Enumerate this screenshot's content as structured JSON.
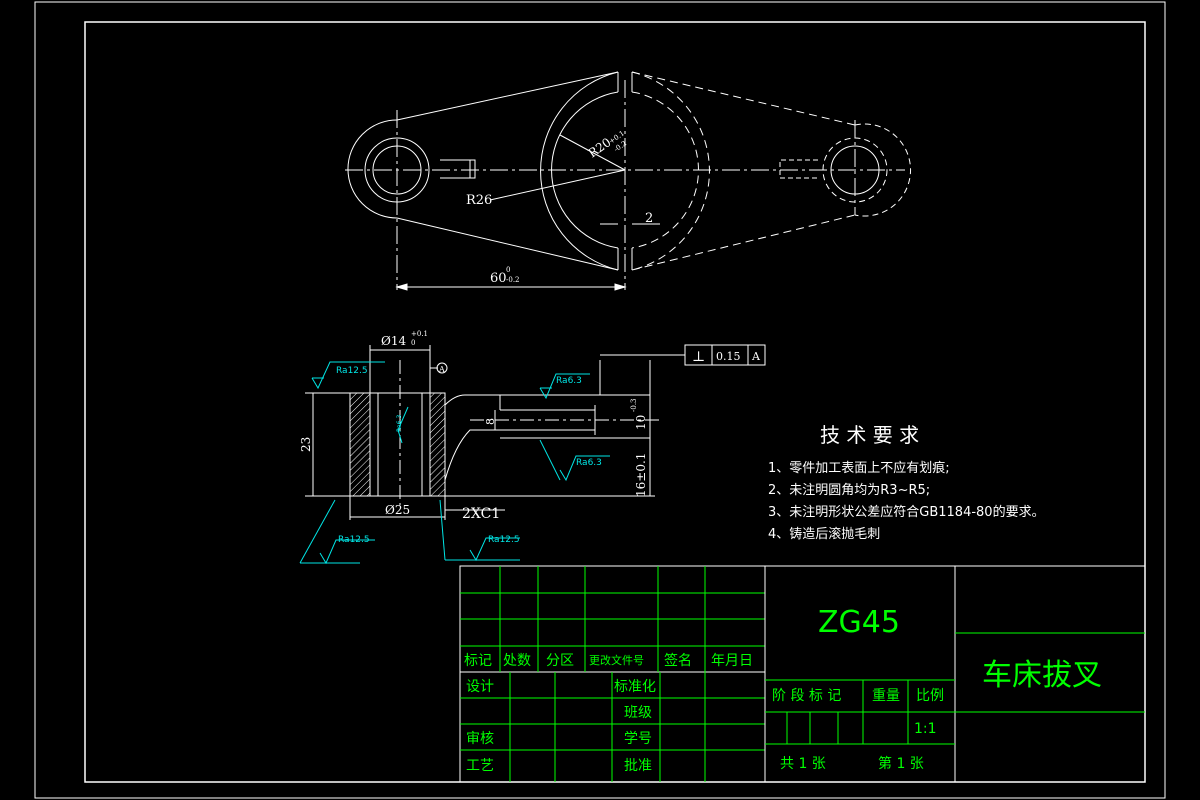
{
  "top_view": {
    "dim_radius_bore": "R20",
    "dim_radius_bore_tol_upper": "+0.1",
    "dim_radius_bore_tol_lower": "-0.2",
    "dim_radius_arm": "R26",
    "dim_gap": "2",
    "dim_length": "60",
    "dim_length_tol_upper": "0",
    "dim_length_tol_lower": "-0.2"
  },
  "section_view": {
    "dim_bore": "Ø14",
    "dim_bore_tol_upper": "+0.1",
    "dim_bore_tol_lower": "0",
    "datum": "A",
    "dim_height": "23",
    "dim_outer": "Ø25",
    "chamfer": "2XC1",
    "dim_slot": "8",
    "dim_fork_thickness": "10",
    "dim_fork_tol": "-0.3",
    "dim_offset": "16±0.1",
    "tolerance_symbol": "⊥",
    "tolerance_value": "0.15",
    "tolerance_datum": "A",
    "roughness": [
      "Ra12.5",
      "Ra6.3",
      "Ra6.3",
      "Ra12.5",
      "Ra12.5",
      "Ra6.3"
    ]
  },
  "tech_req": {
    "title": "技 术 要 求",
    "items": [
      "1、零件加工表面上不应有划痕;",
      "2、未注明圆角均为R3~R5;",
      "3、未注明形状公差应符合GB1184-80的要求。",
      "4、铸造后滚抛毛刺"
    ]
  },
  "title_block": {
    "material": "ZG45",
    "part_name": "车床拔叉",
    "labels": {
      "mark": "标记",
      "count": "处数",
      "zone": "分区",
      "change_doc": "更改文件号",
      "sign": "签名",
      "date": "年月日",
      "design": "设计",
      "standardize": "标准化",
      "class": "班级",
      "review": "审核",
      "student_id": "学号",
      "process": "工艺",
      "approve": "批准",
      "stage_mark": "阶 段 标 记",
      "weight": "重量",
      "scale": "比例",
      "scale_value": "1:1",
      "total_sheets": "共 1 张",
      "sheet_no": "第 1 张"
    }
  }
}
